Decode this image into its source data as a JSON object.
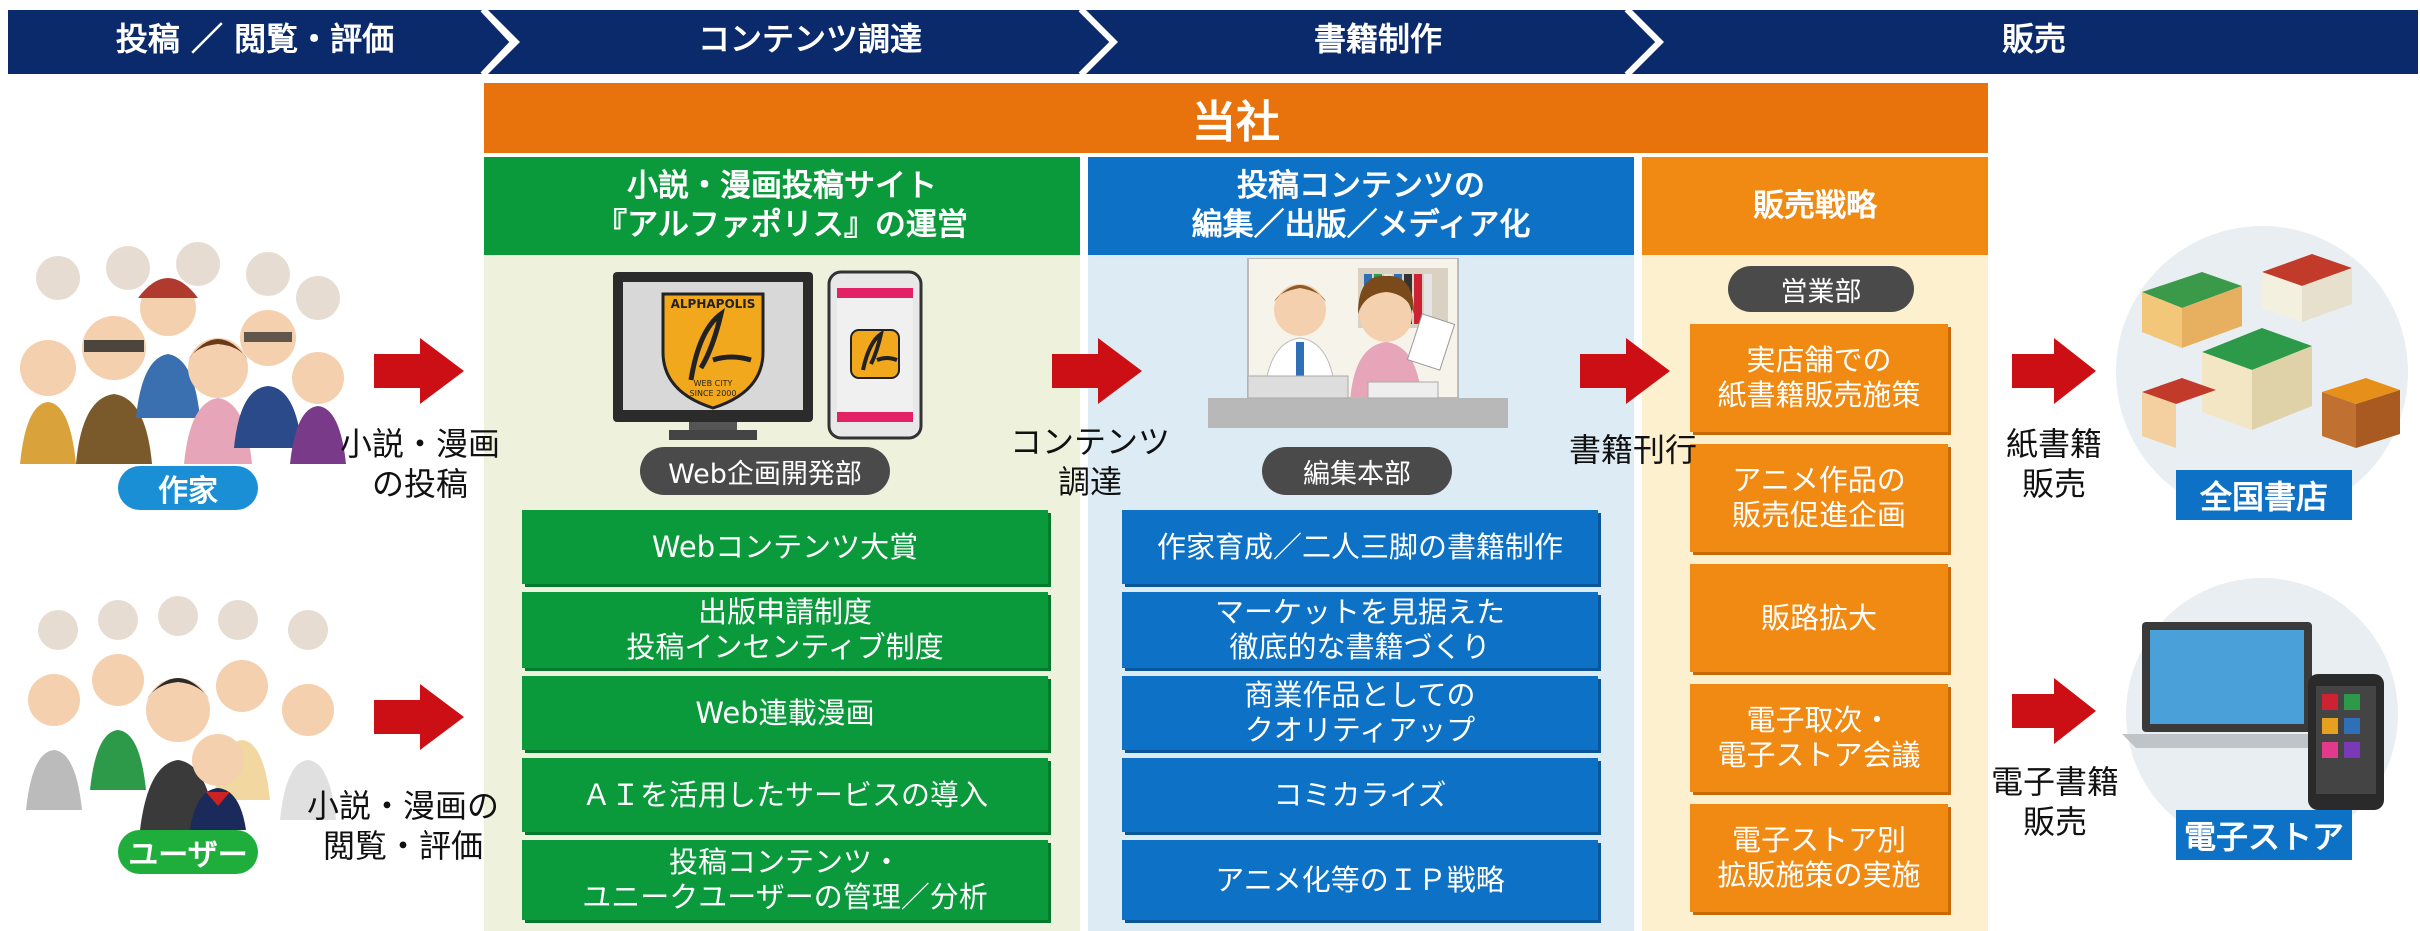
{
  "header": {
    "stages": [
      "投稿 ／ 閲覧・評価",
      "コンテンツ調達",
      "書籍制作",
      "販売"
    ]
  },
  "company": "当社",
  "columns": {
    "alphapolis": {
      "title_line1": "小説・漫画投稿サイト",
      "title_line2": "『アルファポリス』の運営",
      "dept": "Web企画開発部",
      "logo_text": "ALPHAPOLIS",
      "logo_sub": "WEB CITY",
      "logo_since": "SINCE 2000",
      "items": [
        {
          "l1": "Webコンテンツ大賞",
          "l2": ""
        },
        {
          "l1": "出版申請制度",
          "l2": "投稿インセンティブ制度"
        },
        {
          "l1": "Web連載漫画",
          "l2": ""
        },
        {
          "l1": "ＡＩを活用したサービスの導入",
          "l2": ""
        },
        {
          "l1": "投稿コンテンツ・",
          "l2": "ユニークユーザーの管理／分析"
        }
      ]
    },
    "editorial": {
      "title_line1": "投稿コンテンツの",
      "title_line2": "編集／出版／メディア化",
      "dept": "編集本部",
      "items": [
        {
          "l1": "作家育成／二人三脚の書籍制作",
          "l2": ""
        },
        {
          "l1": "マーケットを見据えた",
          "l2": "徹底的な書籍づくり"
        },
        {
          "l1": "商業作品としての",
          "l2": "クオリティアップ"
        },
        {
          "l1": "コミカライズ",
          "l2": ""
        },
        {
          "l1": "アニメ化等のＩＰ戦略",
          "l2": ""
        }
      ]
    },
    "sales": {
      "title": "販売戦略",
      "dept": "営業部",
      "items": [
        {
          "l1": "実店舗での",
          "l2": "紙書籍販売施策"
        },
        {
          "l1": "アニメ作品の",
          "l2": "販売促進企画"
        },
        {
          "l1": "販路拡大",
          "l2": ""
        },
        {
          "l1": "電子取次・",
          "l2": "電子ストア会議"
        },
        {
          "l1": "電子ストア別",
          "l2": "拡販施策の実施"
        }
      ]
    }
  },
  "left": {
    "author_badge": "作家",
    "user_badge": "ユーザー",
    "post_label_l1": "小説・漫画",
    "post_label_l2": "の投稿",
    "view_label_l1": "小説・漫画の",
    "view_label_l2": "閲覧・評価"
  },
  "flow_labels": {
    "procure_l1": "コンテンツ",
    "procure_l2": "調達",
    "publish": "書籍刊行",
    "paper_l1": "紙書籍",
    "paper_l2": "販売",
    "ebook_l1": "電子書籍",
    "ebook_l2": "販売"
  },
  "right": {
    "bookstore_badge": "全国書店",
    "estore_badge": "電子ストア"
  },
  "colors": {
    "header_navy": "#0b2a6b",
    "company_orange": "#e8720c",
    "green": "#0a9a3b",
    "blue": "#0d72c6",
    "orange": "#f08a13",
    "arrow_red": "#cc0f14",
    "badge_blue": "#1a8fd6",
    "badge_green": "#1fae3c"
  }
}
